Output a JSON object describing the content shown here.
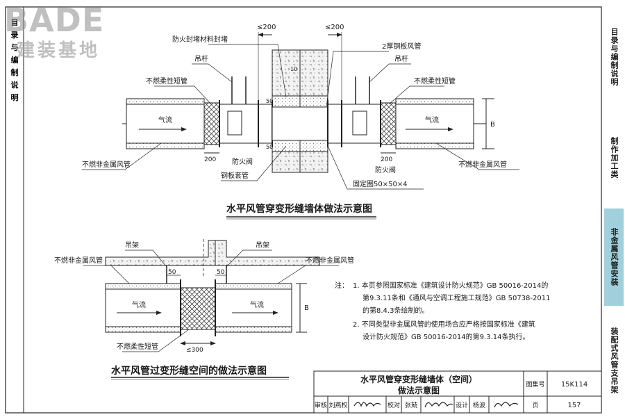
{
  "watermark": {
    "main": "BADE",
    "sub": "建装基地"
  },
  "side_tabs": [
    {
      "label": "目录与编制说明",
      "active": false
    },
    {
      "label": "制作加工类",
      "active": false
    },
    {
      "label": "非金属风管安装",
      "active": true
    },
    {
      "label": "装配式风管支吊架",
      "active": false
    }
  ],
  "left_tab_label": "目录与编制说明",
  "top_diagram": {
    "title": "水平风管穿变形缝墙体做法示意图",
    "labels": {
      "fire_seal": "防火封堵材料封堵",
      "dim_200_a": "≤200",
      "dim_200_b": "≤200",
      "steel_duct": "2厚钢板风管",
      "hanger_rod_left": "吊杆",
      "hanger_rod_right": "吊杆",
      "flex_left": "不燃柔性短管",
      "flex_right": "不燃柔性短管",
      "dim_10": "10",
      "dim_50_top": "50",
      "dim_50_bot": "50",
      "airflow_left": "气流",
      "airflow_right": "气流",
      "dim_B": "B",
      "dim_200_left": "200",
      "dim_200_right": "200",
      "fire_damper_left": "防火阀",
      "fire_damper_right": "防火阀",
      "nonmetal_left": "不燃非金属风管",
      "nonmetal_right": "不燃非金属风管",
      "steel_sleeve": "钢板套管",
      "fix_ring": "固定圈50×50×4"
    }
  },
  "bottom_diagram": {
    "title": "水平风管过变形缝空间的做法示意图",
    "labels": {
      "hanger_left": "吊架",
      "hanger_right": "吊架",
      "nonmetal_left": "不燃非金属风管",
      "nonmetal_right": "不燃非金属风管",
      "dim_50_a": "50",
      "dim_50_b": "50",
      "airflow_left": "气流",
      "airflow_right": "气流",
      "dim_B": "B",
      "flex": "不燃柔性短管",
      "dim_300": "≤300"
    }
  },
  "notes": {
    "head": "注：",
    "lines": [
      "1. 本页参照国家标准《建筑设计防火规范》GB 50016-2014的",
      "第9.3.11条和《通风与空调工程施工规范》GB 50738-2011",
      "的第8.4.3条绘制的。",
      "2. 不同类型非金属风管的使用场合应严格按国家标准《建筑",
      "设计防火规范》GB 50016-2014的第9.3.14条执行。"
    ]
  },
  "title_block": {
    "title_line1": "水平风管穿变形缝墙体（空间）",
    "title_line2": "做法示意图",
    "atlas_label": "图集号",
    "atlas_no": "15K114",
    "review_label": "审核",
    "review_name": "刘燕权",
    "proof_label": "校对",
    "proof_name": "张兢",
    "design_label": "设计",
    "design_name": "杨波",
    "page_label": "页",
    "page_no": "157"
  },
  "colors": {
    "line": "#222222",
    "insulation": "#bdbdbd",
    "hatch": "#444444",
    "tab_active": "#9fd0dc"
  }
}
